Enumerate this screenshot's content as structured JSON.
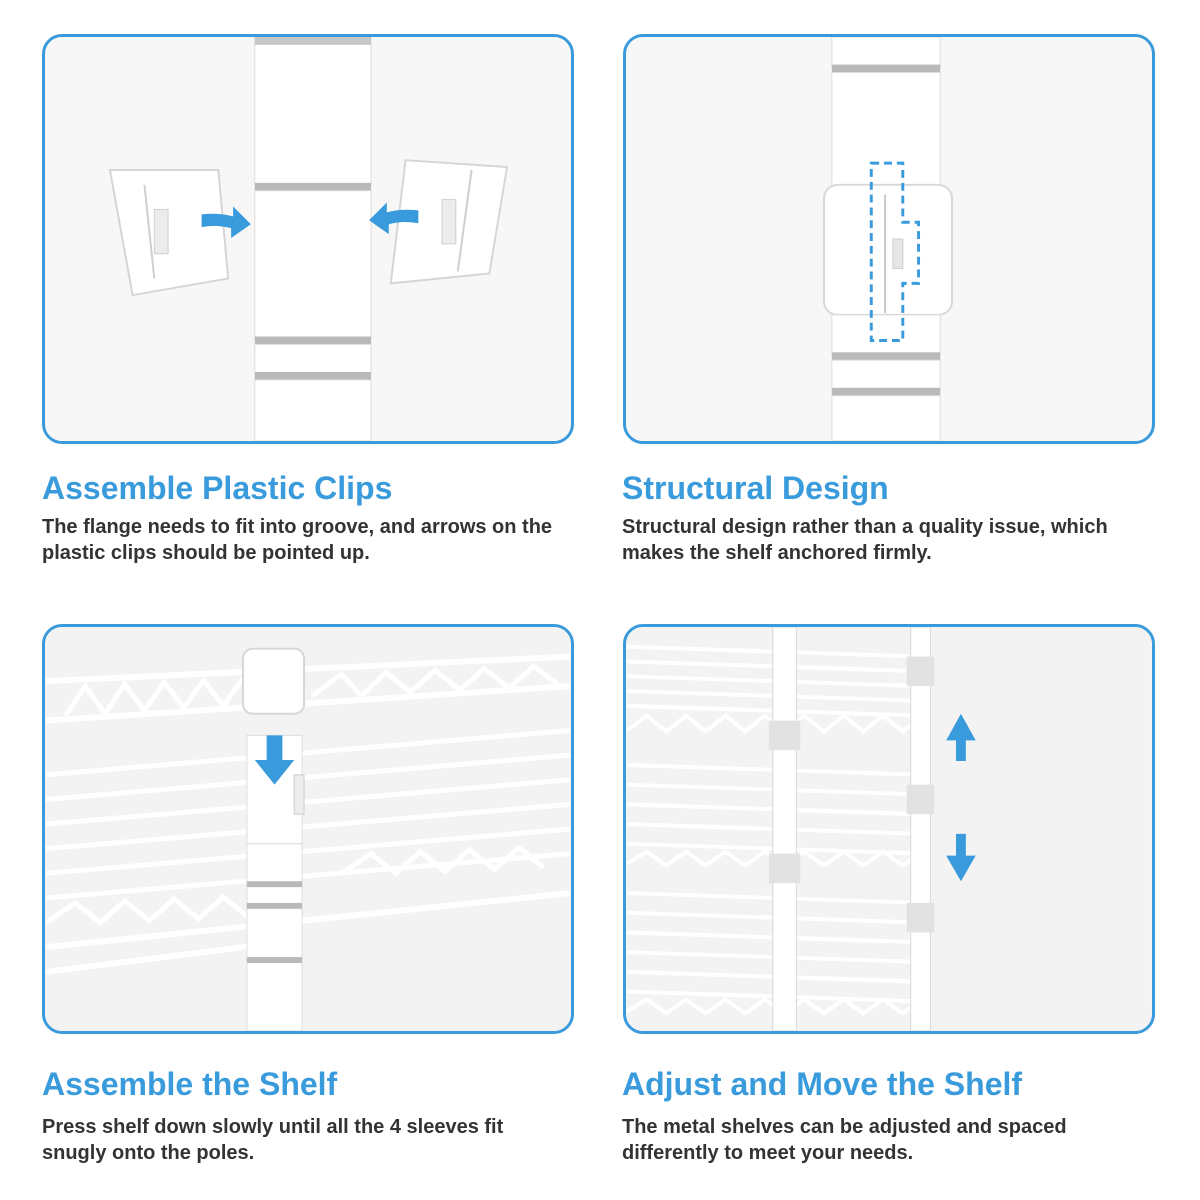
{
  "accent_color": "#3a9bdc",
  "text_color": "#333333",
  "panels": [
    {
      "title": "Assemble Plastic Clips",
      "body": "The flange needs to fit into groove, and arrows on the plastic clips should be pointed up.",
      "icons": [
        "pole-illustration",
        "plastic-clip-illustration",
        "arrow-right-icon",
        "arrow-left-icon"
      ]
    },
    {
      "title": "Structural Design",
      "body": "Structural design rather than a quality issue, which makes the shelf anchored firmly.",
      "icons": [
        "pole-illustration",
        "clip-outline-illustration"
      ]
    },
    {
      "title": "Assemble the Shelf",
      "body": "Press shelf down slowly until all the 4 sleeves fit snugly onto the poles.",
      "icons": [
        "wire-shelf-illustration",
        "sleeve-illustration",
        "arrow-down-icon"
      ]
    },
    {
      "title": "Adjust and Move the Shelf",
      "body": "The metal shelves can be adjusted and spaced differently to meet your needs.",
      "icons": [
        "wire-shelf-illustration",
        "arrow-up-icon",
        "arrow-down-icon"
      ]
    }
  ]
}
